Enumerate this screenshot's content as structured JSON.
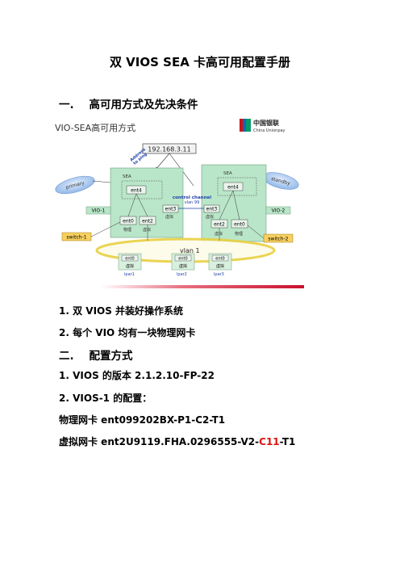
{
  "doc": {
    "title": "双 VIOS SEA 卡高可用配置手册",
    "section1": {
      "num": "一.",
      "text": "高可用方式及先决条件"
    },
    "list1": [
      {
        "num": "1.",
        "text": "双 VIOS 并装好操作系统"
      },
      {
        "num": "2.",
        "text": "每个 VIO 均有一块物理网卡"
      }
    ],
    "section2": {
      "num": "二.",
      "text": "配置方式"
    },
    "list2": [
      {
        "num": "1.",
        "text": "VIOS 的版本 2.1.2.10-FP-22"
      },
      {
        "num": "2.",
        "text": "VIOS-1 的配置："
      }
    ],
    "physical_nic": "物理网卡 ent099202BX-P1-C2-T1",
    "virtual_nic": {
      "prefix": "虚拟网卡 ent2U9119.FHA.0296555-V2-",
      "highlight": "C11",
      "suffix": "-T1"
    }
  },
  "figure": {
    "title": "VIO-SEA高可用方式",
    "logo_cn": "中国银联",
    "logo_en": "China Unionpay",
    "ip": "192.168.3.11",
    "address_ping": [
      "Address",
      "to ping"
    ],
    "primary": "primary",
    "standby": "standby",
    "control_channel": [
      "control channel",
      "vlan 99"
    ],
    "vio1": "VIO-1",
    "vio2": "VIO-2",
    "sea": "SEA",
    "ent4": "ent4",
    "ent3": "ent3",
    "ent0": "ent0",
    "ent2": "ent2",
    "virtual": "虚拟",
    "physical": "物理",
    "switch1": "switch-1",
    "switch2": "switch-2",
    "vlan": "vlan 1",
    "lpars": [
      "lpar1",
      "lpar2",
      "lpar3"
    ],
    "colors": {
      "box": "#b9e6c8",
      "pill": "#a4c8f0",
      "switch": "#f8d060",
      "band": "#c8102e"
    }
  }
}
